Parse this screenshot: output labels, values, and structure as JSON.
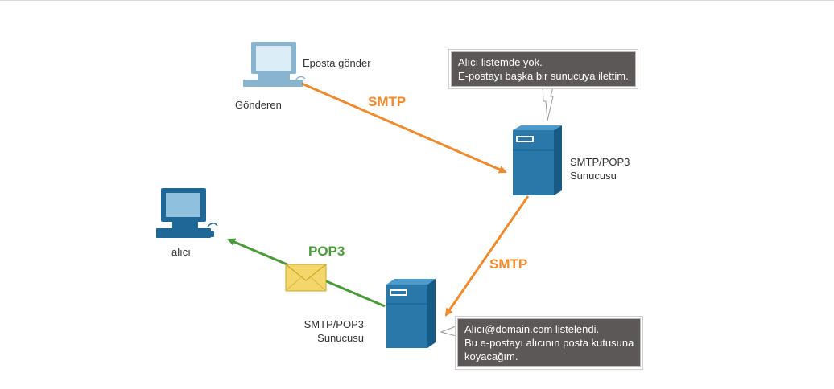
{
  "diagram": {
    "sender": {
      "label": "Gönderen",
      "action": "Eposta gönder"
    },
    "server_top": {
      "line1": "SMTP/POP3",
      "line2": "Sunucusu"
    },
    "server_bottom": {
      "line1": "SMTP/POP3",
      "line2": "Sunucusu"
    },
    "receiver": {
      "label": "alıcı"
    },
    "protocols": {
      "smtp_1": "SMTP",
      "smtp_2": "SMTP",
      "pop3": "POP3"
    },
    "callout_top": {
      "line1": "Alıcı listemde yok.",
      "line2": "E-postayı başka bir sunucuya ilettim."
    },
    "callout_bottom": {
      "line1": "Alıcı@domain.com listelendi.",
      "line2": "Bu e-postayı alıcının posta kutusuna",
      "line3": "koyacağım."
    },
    "colors": {
      "smtp": "#f08a2c",
      "pop3": "#4a9a3a",
      "server": "#2a78aa",
      "callout_bg": "#5c5857"
    },
    "icons": [
      "sender-computer-icon",
      "receiver-computer-icon",
      "server-icon",
      "envelope-icon"
    ]
  }
}
